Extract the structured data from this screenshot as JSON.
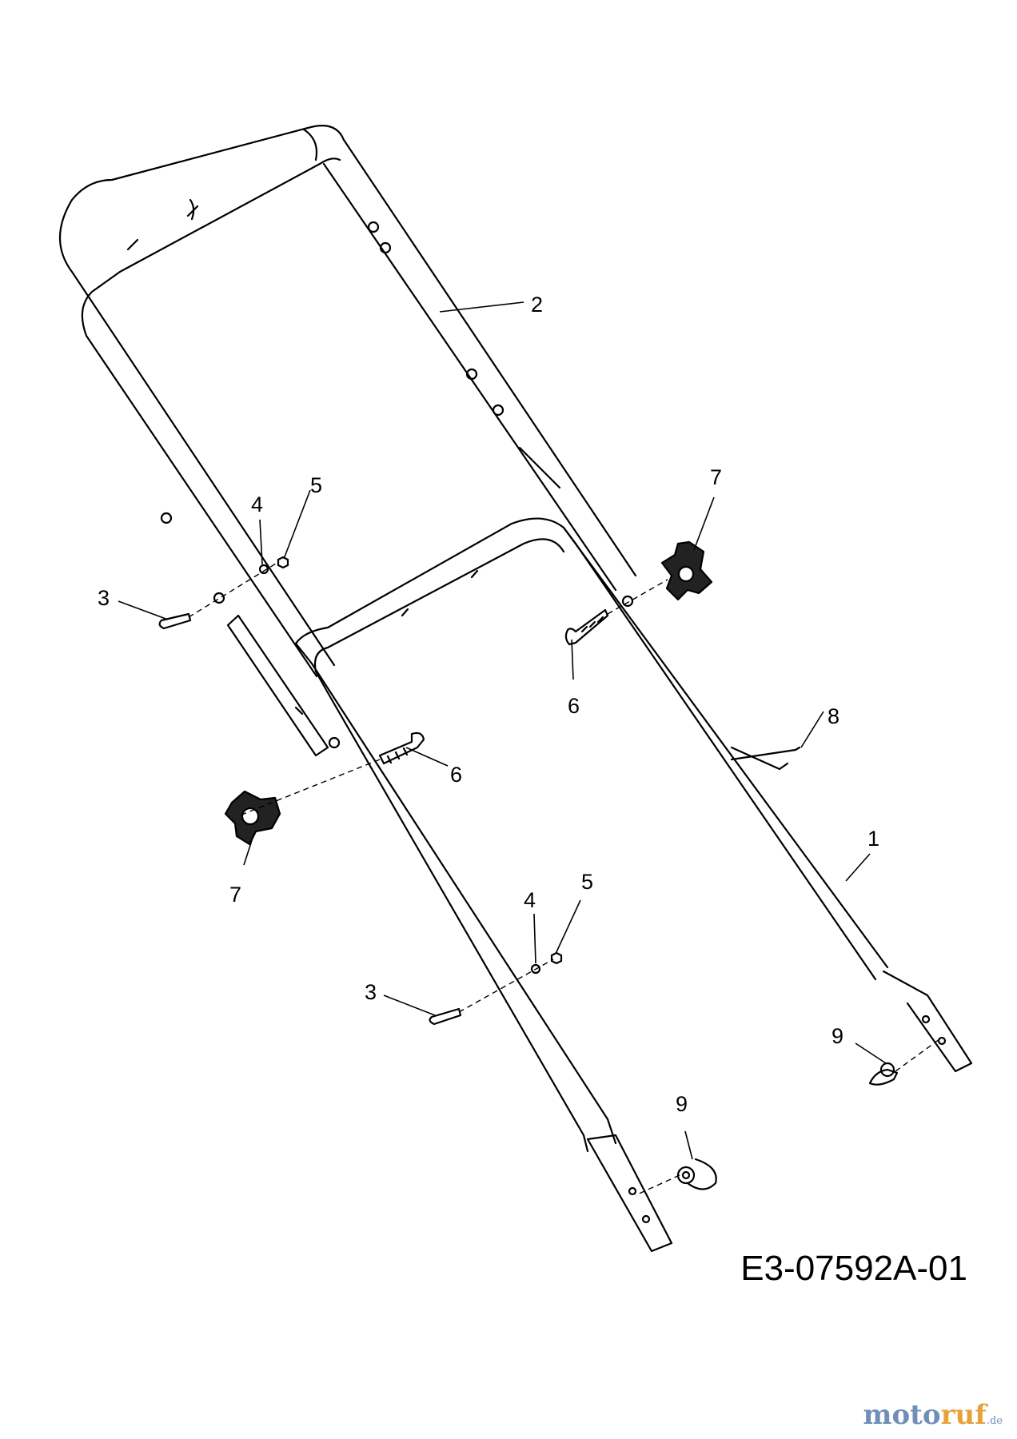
{
  "drawing_id": "E3-07592A-01",
  "watermark": {
    "part1": "moto",
    "part2": "ruf",
    "suffix": ".de"
  },
  "callouts": {
    "c1": "1",
    "c2": "2",
    "c3a": "3",
    "c3b": "3",
    "c4a": "4",
    "c4b": "4",
    "c5a": "5",
    "c5b": "5",
    "c6a": "6",
    "c6b": "6",
    "c7a": "7",
    "c7b": "7",
    "c8": "8",
    "c9a": "9",
    "c9b": "9"
  }
}
